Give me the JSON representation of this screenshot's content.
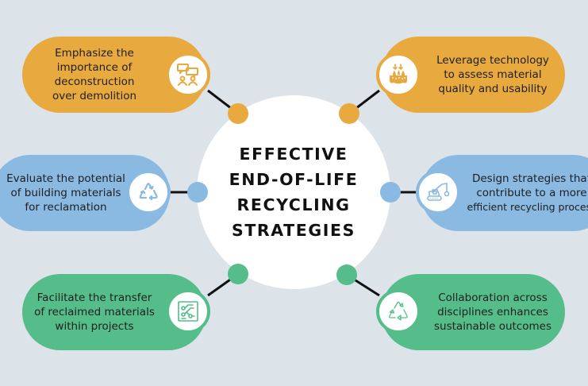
{
  "title": {
    "lines": [
      "EFFECTIVE",
      "END-OF-LIFE",
      "RECYCLING",
      "STRATEGIES"
    ]
  },
  "colors": {
    "background": "#dce3e9",
    "orange": "#e8a93e",
    "blue": "#8ab9e2",
    "green": "#55bd8a",
    "connector": "#111111",
    "center": "#ffffff"
  },
  "nodes": [
    {
      "id": "top-left",
      "color": "orange",
      "icon": "people-discussion-icon",
      "lines": [
        "Emphasize the",
        "importance of",
        "deconstruction",
        "over demolition"
      ]
    },
    {
      "id": "top-right",
      "color": "orange",
      "icon": "material-testing-icon",
      "lines": [
        "Leverage technology",
        "to assess material",
        "quality and usability"
      ]
    },
    {
      "id": "middle-left",
      "color": "blue",
      "icon": "recycle-icon",
      "lines": [
        "Evaluate the potential",
        "of building materials",
        "for reclamation"
      ]
    },
    {
      "id": "middle-right",
      "color": "blue",
      "icon": "demolition-excavator-icon",
      "lines": [
        "Design strategies that",
        "contribute to a more",
        "efficient recycling process"
      ]
    },
    {
      "id": "bottom-left",
      "color": "green",
      "icon": "circuit-board-icon",
      "lines": [
        "Facilitate the transfer",
        "of reclaimed materials",
        "within projects"
      ]
    },
    {
      "id": "bottom-right",
      "color": "green",
      "icon": "recycle-outline-icon",
      "lines": [
        "Collaboration across",
        "disciplines enhances",
        "sustainable outcomes"
      ]
    }
  ]
}
